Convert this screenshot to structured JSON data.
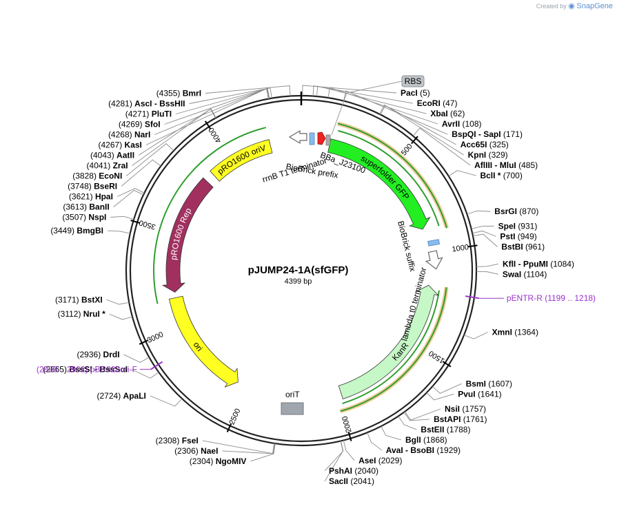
{
  "credit": {
    "prefix": "Created by",
    "brand": "SnapGene"
  },
  "plasmid": {
    "name": "pJUMP24-1A(sfGFP)",
    "size_label": "4399 bp",
    "length_bp": 4399
  },
  "ticks": [
    {
      "bp": 500,
      "label": "500"
    },
    {
      "bp": 1000,
      "label": "1000"
    },
    {
      "bp": 1500,
      "label": "1500"
    },
    {
      "bp": 2000,
      "label": "2000"
    },
    {
      "bp": 2500,
      "label": "2500"
    },
    {
      "bp": 3000,
      "label": "3000"
    },
    {
      "bp": 3500,
      "label": "3500"
    },
    {
      "bp": 4000,
      "label": "4000"
    }
  ],
  "enzymes_right": [
    {
      "name": "PacI",
      "pos": "(5)",
      "bp": 5
    },
    {
      "name": "EcoRI",
      "pos": "(47)",
      "bp": 47
    },
    {
      "name": "XbaI",
      "pos": "(62)",
      "bp": 62
    },
    {
      "name": "AvrII",
      "pos": "(108)",
      "bp": 108
    },
    {
      "name": "BspQI - SapI",
      "pos": "(171)",
      "bp": 171
    },
    {
      "name": "Acc65I",
      "pos": "(325)",
      "bp": 325
    },
    {
      "name": "KpnI",
      "pos": "(329)",
      "bp": 329
    },
    {
      "name": "AflIII - MluI",
      "pos": "(485)",
      "bp": 485
    },
    {
      "name": "BclI *",
      "pos": "(700)",
      "bp": 700
    },
    {
      "name": "BsrGI",
      "pos": "(870)",
      "bp": 870
    },
    {
      "name": "SpeI",
      "pos": "(931)",
      "bp": 931
    },
    {
      "name": "PstI",
      "pos": "(949)",
      "bp": 949
    },
    {
      "name": "BstBI",
      "pos": "(961)",
      "bp": 961
    },
    {
      "name": "KflI - PpuMI",
      "pos": "(1084)",
      "bp": 1084
    },
    {
      "name": "SwaI",
      "pos": "(1104)",
      "bp": 1104
    },
    {
      "name": "XmnI",
      "pos": "(1364)",
      "bp": 1364
    },
    {
      "name": "BsmI",
      "pos": "(1607)",
      "bp": 1607
    },
    {
      "name": "PvuI",
      "pos": "(1641)",
      "bp": 1641
    },
    {
      "name": "NsiI",
      "pos": "(1757)",
      "bp": 1757
    },
    {
      "name": "BstAPI",
      "pos": "(1761)",
      "bp": 1761
    },
    {
      "name": "BstEII",
      "pos": "(1788)",
      "bp": 1788
    },
    {
      "name": "BglI",
      "pos": "(1868)",
      "bp": 1868
    },
    {
      "name": "AvaI - BsoBI",
      "pos": "(1929)",
      "bp": 1929
    },
    {
      "name": "AseI",
      "pos": "(2029)",
      "bp": 2029
    },
    {
      "name": "PshAI",
      "pos": "(2040)",
      "bp": 2040
    },
    {
      "name": "SacII",
      "pos": "(2041)",
      "bp": 2041
    }
  ],
  "enzymes_left": [
    {
      "name": "BmrI",
      "pos": "(4355)",
      "bp": 4355
    },
    {
      "name": "AscI - BssHII",
      "pos": "(4281)",
      "bp": 4281
    },
    {
      "name": "PluTI",
      "pos": "(4271)",
      "bp": 4271
    },
    {
      "name": "SfoI",
      "pos": "(4269)",
      "bp": 4269
    },
    {
      "name": "NarI",
      "pos": "(4268)",
      "bp": 4268
    },
    {
      "name": "KasI",
      "pos": "(4267)",
      "bp": 4267
    },
    {
      "name": "AatII",
      "pos": "(4043)",
      "bp": 4043
    },
    {
      "name": "ZraI",
      "pos": "(4041)",
      "bp": 4041
    },
    {
      "name": "EcoNI",
      "pos": "(3828)",
      "bp": 3828
    },
    {
      "name": "BseRI",
      "pos": "(3748)",
      "bp": 3748
    },
    {
      "name": "HpaI",
      "pos": "(3621)",
      "bp": 3621
    },
    {
      "name": "BanII",
      "pos": "(3613)",
      "bp": 3613
    },
    {
      "name": "NspI",
      "pos": "(3507)",
      "bp": 3507
    },
    {
      "name": "BmgBI",
      "pos": "(3449)",
      "bp": 3449
    },
    {
      "name": "BstXI",
      "pos": "(3171)",
      "bp": 3171
    },
    {
      "name": "NruI *",
      "pos": "(3112)",
      "bp": 3112
    },
    {
      "name": "DrdI",
      "pos": "(2936)",
      "bp": 2936
    },
    {
      "name": "BssSI - BssSαI",
      "pos": "(2865)",
      "bp": 2865
    },
    {
      "name": "ApaLI",
      "pos": "(2724)",
      "bp": 2724
    },
    {
      "name": "FseI",
      "pos": "(2308)",
      "bp": 2308
    },
    {
      "name": "NaeI",
      "pos": "(2306)",
      "bp": 2306
    },
    {
      "name": "NgoMIV",
      "pos": "(2304)",
      "bp": 2304
    }
  ],
  "primers": [
    {
      "name": "pENTR-R",
      "range": "(1199 .. 1218)",
      "bp": 1208
    },
    {
      "name": "pBR322ori-F",
      "range": "(2883 .. 2902)",
      "bp": 2892
    }
  ],
  "features": [
    {
      "name": "superfolder GFP",
      "color": "#22ee22",
      "start": 155,
      "end": 870,
      "dir": 1
    },
    {
      "name": "KanR",
      "color": "#c6f7c6",
      "start": 1180,
      "end": 1980,
      "dir": -1
    },
    {
      "name": "ori",
      "color": "#ffff22",
      "start": 2560,
      "end": 3150,
      "dir": -1
    },
    {
      "name": "pRO1600 Rep",
      "color": "#a1305f",
      "start": 3180,
      "end": 3830,
      "dir": -1
    },
    {
      "name": "pRO1600 oriV",
      "color": "#ffff22",
      "start": 3880,
      "end": 4230,
      "dir": 0
    }
  ],
  "small_features": [
    {
      "name": "rrnB T1 terminator",
      "color": "#ffffff"
    },
    {
      "name": "BioBrick prefix",
      "color": "#88bbee"
    },
    {
      "name": "BBa_J23100",
      "color": "#ee2222"
    },
    {
      "name": "RBS",
      "color": "#aaaaaa"
    },
    {
      "name": "BioBrick suffix",
      "color": "#88bbee"
    },
    {
      "name": "lambda t0 terminator",
      "color": "#ffffff"
    },
    {
      "name": "oriT",
      "color": "#a0a6ae"
    }
  ],
  "colors": {
    "backbone": "#222222",
    "primer": "#9933cc",
    "orf_green": "#2e9e2e",
    "orf_orange": "#e0a040"
  }
}
